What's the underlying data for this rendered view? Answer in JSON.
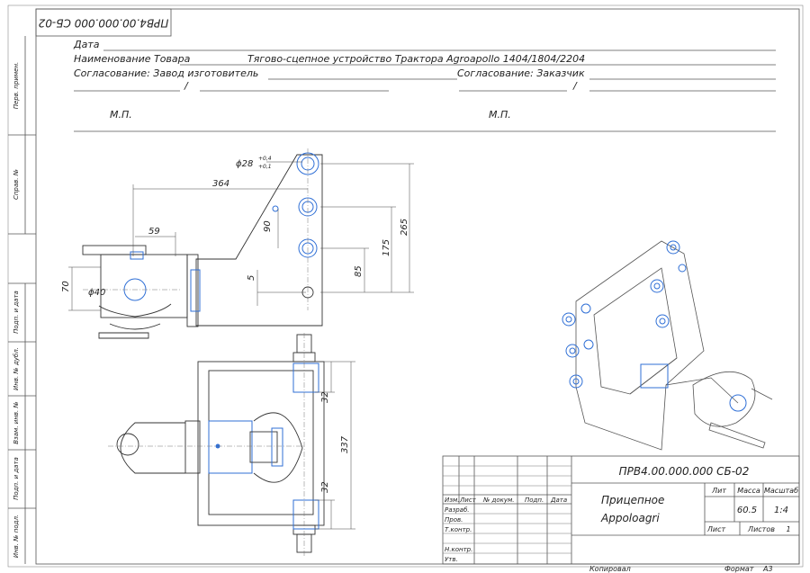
{
  "stamp": {
    "code_rotated": "ПРВ4.00.000.000 СБ-02",
    "code_title": "ПРВ4.00.000.000 СБ-02",
    "name_line1": "Прицепное",
    "name_line2": "Appoloagri",
    "lit_label": "Лит",
    "mass_label": "Масса",
    "scale_label": "Масштаб",
    "mass_value": "60.5",
    "scale_value": "1:4",
    "sheet_label": "Лист",
    "sheets_label": "Листов",
    "sheets_value": "1",
    "col_izm": "Изм.",
    "col_list": "Лист",
    "col_doc": "№ докум.",
    "col_sign": "Подп.",
    "col_date": "Дата",
    "row_razrab": "Разраб.",
    "row_prov": "Пров.",
    "row_tkontr": "Т.контр.",
    "row_nkontr": "Н.контр.",
    "row_utv": "Утв.",
    "copied": "Копировал",
    "format_label": "Формат",
    "format_value": "A3"
  },
  "side_labels": {
    "perv_primen": "Перв. примен.",
    "sprav_no": "Справ. №",
    "podp_data_1": "Подп. и дата",
    "inv_dubl": "Инв. № дубл.",
    "vzam_inv": "Взам. инв. №",
    "podp_data_2": "Подп. и дата",
    "inv_podl": "Инв. № подл."
  },
  "form": {
    "date_label": "Дата",
    "product_label": "Наименование Товара",
    "product_value": "Тягово-сцепное устройство Трактора Agroapollo 1404/1804/2204",
    "approval_factory": "Согласование: Завод изготовитель",
    "approval_customer": "Согласование: Заказчик",
    "slash": "/",
    "mp_left": "М.П.",
    "mp_right": "М.П."
  },
  "dimensions": {
    "d28": "ϕ28",
    "tol_upper": "+0,4",
    "tol_lower": "+0,1",
    "d364": "364",
    "d59": "59",
    "d90": "90",
    "d265": "265",
    "d175": "175",
    "d85": "85",
    "d5": "5",
    "d70": "70",
    "d40": "ϕ40",
    "d32_top": "32",
    "d337": "337",
    "d32_bottom": "32"
  }
}
